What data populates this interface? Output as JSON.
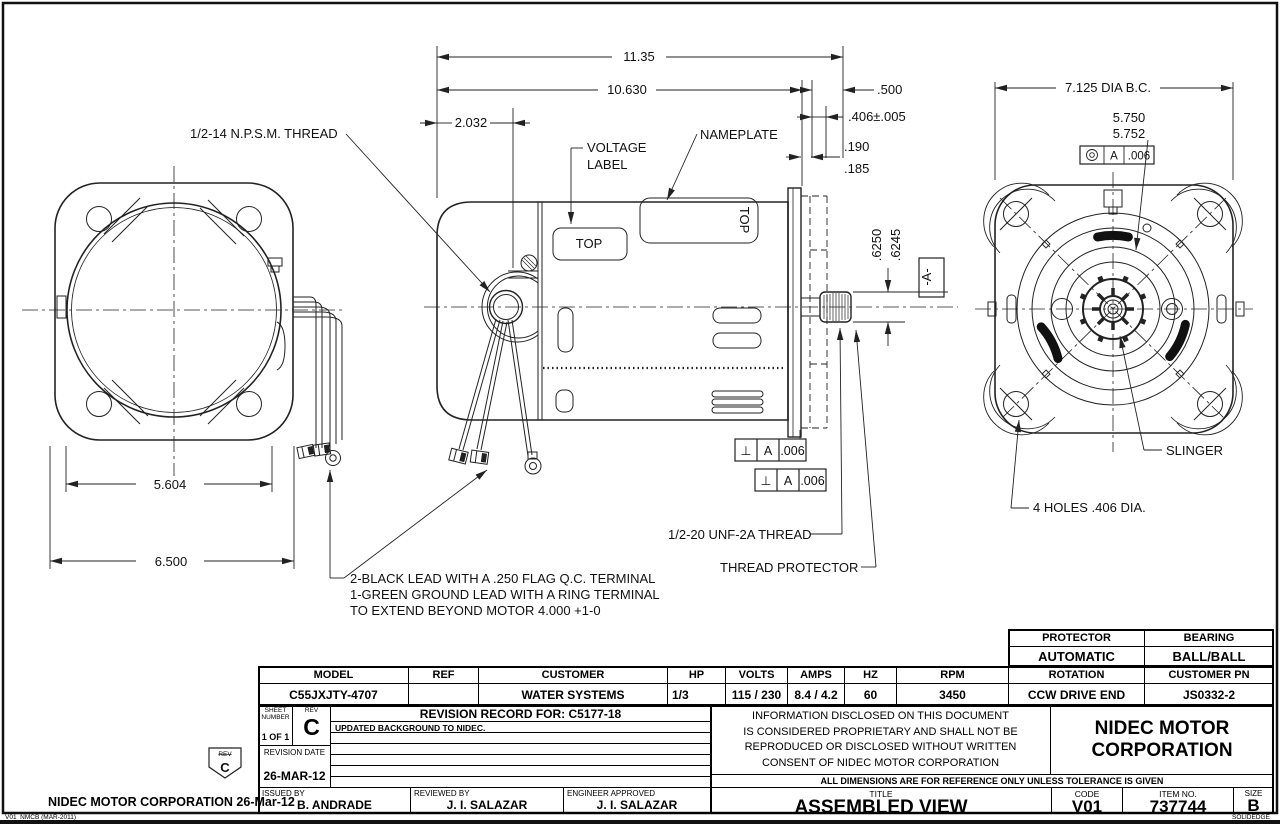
{
  "drawing": {
    "front_view": {
      "dim_inner": "5.604",
      "dim_outer": "6.500"
    },
    "side_view": {
      "dim_overall": "11.35",
      "dim_body": "10.630",
      "dim_shaft_ext": ".500",
      "dim_conduit": "2.032",
      "dim_flange": ".406±.005",
      "dim_gap_max": ".190",
      "dim_gap_min": ".185",
      "dim_shaft_dia_max": ".6250",
      "dim_shaft_dia_min": ".6245",
      "datum_label": "-A-",
      "label_npsm": "1/2-14 N.P.S.M. THREAD",
      "label_voltage_1": "VOLTAGE",
      "label_voltage_2": "LABEL",
      "label_nameplate": "NAMEPLATE",
      "label_top_voltage": "TOP",
      "label_top_nameplate": "TOP",
      "label_unf": "1/2-20 UNF-2A THREAD",
      "label_protector": "THREAD PROTECTOR",
      "gdt_perp_sym": "⊥",
      "gdt_perp_datum": "A",
      "gdt_perp_tol": ".006"
    },
    "end_view": {
      "dim_bolt_circle": "7.125 DIA B.C.",
      "dim_rabbet_max": "5.750",
      "dim_rabbet_min": "5.752",
      "gdt_conc_datum": "A",
      "gdt_conc_tol": ".006",
      "label_slinger": "SLINGER",
      "label_holes": "4 HOLES .406 DIA."
    },
    "notes": [
      "2-BLACK LEAD WITH A .250 FLAG Q.C. TERMINAL",
      "1-GREEN GROUND LEAD WITH A RING TERMINAL",
      "TO EXTEND BEYOND MOTOR 4.000 +1-0"
    ]
  },
  "title_block": {
    "protector": {
      "label": "PROTECTOR",
      "value": "AUTOMATIC"
    },
    "bearing": {
      "label": "BEARING",
      "value": "BALL/BALL"
    },
    "spec": {
      "headers": [
        "MODEL",
        "REF",
        "CUSTOMER",
        "HP",
        "VOLTS",
        "AMPS",
        "HZ",
        "RPM",
        "ROTATION",
        "CUSTOMER PN"
      ],
      "values": [
        "C55JXJTY-4707",
        "",
        "WATER SYSTEMS",
        "1/3",
        "115 / 230",
        "8.4 / 4.2",
        "60",
        "3450",
        "CCW DRIVE END",
        "JS0332-2"
      ]
    },
    "sheet": {
      "label": "SHEET NUMBER",
      "value": "1 OF 1"
    },
    "rev": {
      "label": "REV",
      "value": "C"
    },
    "revision_record": {
      "title": "REVISION RECORD FOR: C5177-18",
      "entry": "UPDATED BACKGROUND TO NIDEC."
    },
    "revision_date": {
      "label": "REVISION DATE",
      "value": "26-MAR-12"
    },
    "issued": {
      "label": "ISSUED BY",
      "value": "B. ANDRADE"
    },
    "reviewed": {
      "label": "REVIEWED BY",
      "value": "J. I. SALAZAR"
    },
    "approved": {
      "label": "ENGINEER APPROVED",
      "value": "J. I. SALAZAR"
    },
    "legal": [
      "INFORMATION DISCLOSED ON THIS DOCUMENT",
      "IS CONSIDERED PROPRIETARY AND SHALL NOT BE",
      "REPRODUCED OR DISCLOSED WITHOUT WRITTEN",
      "CONSENT OF NIDEC MOTOR CORPORATION"
    ],
    "company_line1": "NIDEC MOTOR",
    "company_line2": "CORPORATION",
    "reference_note": "ALL DIMENSIONS ARE FOR REFERENCE ONLY UNLESS TOLERANCE IS GIVEN",
    "title": {
      "label": "TITLE",
      "value": "ASSEMBLED VIEW"
    },
    "code": {
      "label": "CODE",
      "value": "V01"
    },
    "item": {
      "label": "ITEM NO.",
      "value": "737744"
    },
    "size": {
      "label": "SIZE",
      "value": "B"
    }
  },
  "footer": {
    "stamp": "NIDEC MOTOR CORPORATION 26-Mar-12",
    "rev_flag_label": "REV",
    "rev_flag_value": "C",
    "form_number": "V01_NMCB (MAR-2011)",
    "cad_system": "SOLIDEDGE"
  },
  "colors": {
    "line": "#222222",
    "background": "#ffffff"
  }
}
